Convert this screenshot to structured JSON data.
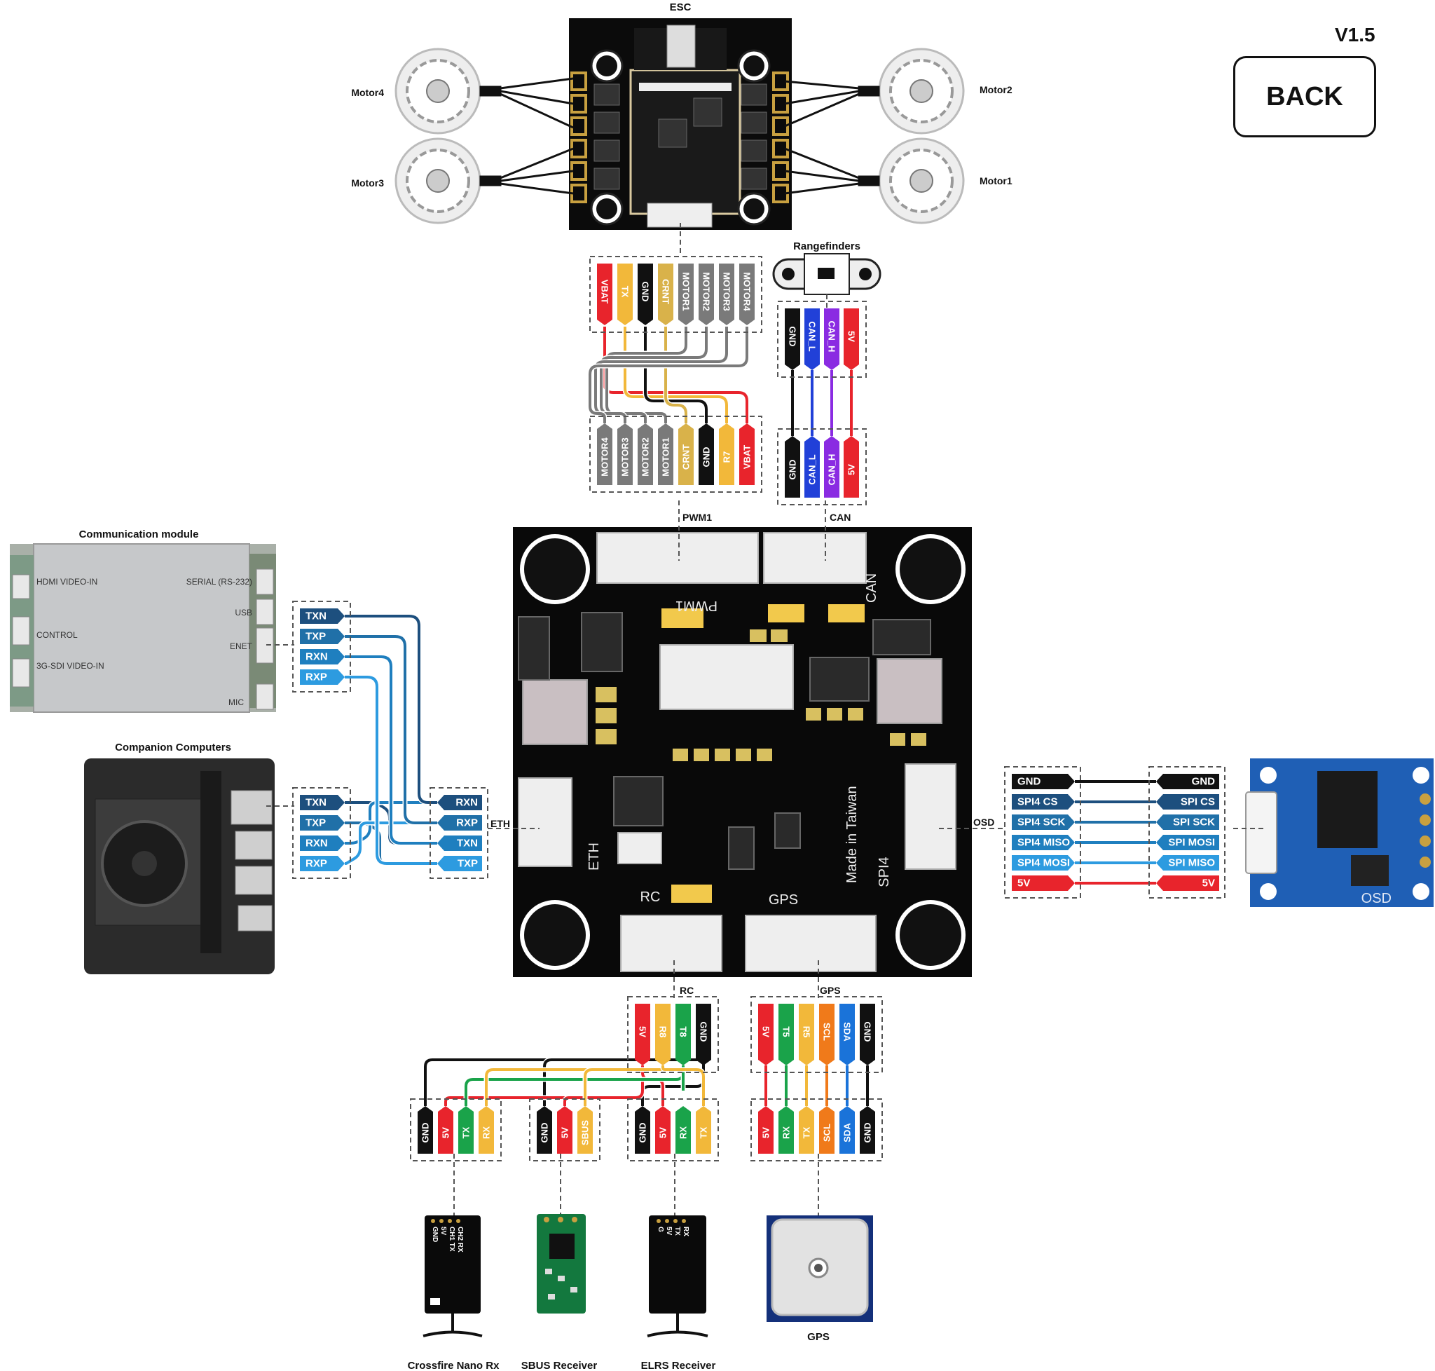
{
  "version": "V1.5",
  "back_label": "BACK",
  "titles": {
    "esc": "ESC",
    "rangefinders": "Rangefinders",
    "comm": "Communication module",
    "companion": "Companion Computers",
    "crossfire": "Crossfire Nano Rx",
    "sbus": "SBUS Receiver",
    "elrs": "ELRS Receiver",
    "gps": "GPS"
  },
  "motors": [
    "Motor1",
    "Motor2",
    "Motor3",
    "Motor4"
  ],
  "port_labels": {
    "pwm1": "PWM1",
    "can": "CAN",
    "eth": "ETH",
    "osd": "OSD",
    "rc": "RC",
    "gps": "GPS"
  },
  "comm_silk": {
    "hdmi": "HDMI VIDEO-IN",
    "serial": "SERIAL (RS-232)",
    "usb": "USB",
    "control": "CONTROL",
    "enet": "ENET",
    "sdi": "3G-SDI VIDEO-IN",
    "mic": "MIC"
  },
  "fc_silk": {
    "pwm1": "PWM1",
    "can": "CAN",
    "eth": "ETH",
    "rc": "RC",
    "gps": "GPS",
    "spi4": "SPI4",
    "made": "Made in Taiwan"
  },
  "osd_silk": "OSD",
  "receiver_silk": {
    "crossfire": [
      "CH2 RX",
      "CH1 TX",
      "5V",
      "GND"
    ],
    "elrs": [
      "RX",
      "TX",
      "5V",
      "G"
    ]
  },
  "pins": {
    "esc_top": [
      {
        "label": "VBAT",
        "color": "#e8242c"
      },
      {
        "label": "TX",
        "color": "#f2b83a"
      },
      {
        "label": "GND",
        "color": "#111111"
      },
      {
        "label": "CRNT",
        "color": "#d9b24a"
      },
      {
        "label": "MOTOR1",
        "color": "#7a7a7a"
      },
      {
        "label": "MOTOR2",
        "color": "#7a7a7a"
      },
      {
        "label": "MOTOR3",
        "color": "#7a7a7a"
      },
      {
        "label": "MOTOR4",
        "color": "#7a7a7a"
      }
    ],
    "pwm_bottom": [
      {
        "label": "MOTOR4",
        "color": "#7a7a7a"
      },
      {
        "label": "MOTOR3",
        "color": "#7a7a7a"
      },
      {
        "label": "MOTOR2",
        "color": "#7a7a7a"
      },
      {
        "label": "MOTOR1",
        "color": "#7a7a7a"
      },
      {
        "label": "CRNT",
        "color": "#d9b24a"
      },
      {
        "label": "GND",
        "color": "#111111"
      },
      {
        "label": "R7",
        "color": "#f2b83a"
      },
      {
        "label": "VBAT",
        "color": "#e8242c"
      }
    ],
    "can_top": [
      {
        "label": "GND",
        "color": "#111111"
      },
      {
        "label": "CAN_L",
        "color": "#2140d8"
      },
      {
        "label": "CAN_H",
        "color": "#8a2be2"
      },
      {
        "label": "5V",
        "color": "#e8242c"
      }
    ],
    "can_bottom": [
      {
        "label": "GND",
        "color": "#111111"
      },
      {
        "label": "CAN_L",
        "color": "#2140d8"
      },
      {
        "label": "CAN_H",
        "color": "#8a2be2"
      },
      {
        "label": "5V",
        "color": "#e8242c"
      }
    ],
    "comm": [
      {
        "label": "TXN",
        "color": "#1d4f7e"
      },
      {
        "label": "TXP",
        "color": "#2070a8"
      },
      {
        "label": "RXN",
        "color": "#1f7fbf"
      },
      {
        "label": "RXP",
        "color": "#2d9be0"
      }
    ],
    "companion": [
      {
        "label": "TXN",
        "color": "#1d4f7e"
      },
      {
        "label": "TXP",
        "color": "#2070a8"
      },
      {
        "label": "RXN",
        "color": "#1f7fbf"
      },
      {
        "label": "RXP",
        "color": "#2d9be0"
      }
    ],
    "eth_fc": [
      {
        "label": "RXN",
        "color": "#1d4f7e"
      },
      {
        "label": "RXP",
        "color": "#2070a8"
      },
      {
        "label": "TXN",
        "color": "#1f7fbf"
      },
      {
        "label": "TXP",
        "color": "#2d9be0"
      }
    ],
    "spi_fc": [
      {
        "label": "GND",
        "color": "#111111"
      },
      {
        "label": "SPI4 CS",
        "color": "#1d4f7e"
      },
      {
        "label": "SPI4 SCK",
        "color": "#2070a8"
      },
      {
        "label": "SPI4 MISO",
        "color": "#1f7fbf"
      },
      {
        "label": "SPI4 MOSI",
        "color": "#2d9be0"
      },
      {
        "label": "5V",
        "color": "#e8242c"
      }
    ],
    "spi_osd": [
      {
        "label": "GND",
        "color": "#111111"
      },
      {
        "label": "SPI CS",
        "color": "#1d4f7e"
      },
      {
        "label": "SPI SCK",
        "color": "#2070a8"
      },
      {
        "label": "SPI MOSI",
        "color": "#1f7fbf"
      },
      {
        "label": "SPI MISO",
        "color": "#2d9be0"
      },
      {
        "label": "5V",
        "color": "#e8242c"
      }
    ],
    "rc_fc": [
      {
        "label": "5V",
        "color": "#e8242c"
      },
      {
        "label": "R8",
        "color": "#f2b83a"
      },
      {
        "label": "T8",
        "color": "#1aa34a"
      },
      {
        "label": "GND",
        "color": "#111111"
      }
    ],
    "gps_fc": [
      {
        "label": "5V",
        "color": "#e8242c"
      },
      {
        "label": "T5",
        "color": "#1aa34a"
      },
      {
        "label": "R5",
        "color": "#f2b83a"
      },
      {
        "label": "SCL",
        "color": "#f07a1a"
      },
      {
        "label": "SDA",
        "color": "#1a73d9"
      },
      {
        "label": "GND",
        "color": "#111111"
      }
    ],
    "crossfire": [
      {
        "label": "GND",
        "color": "#111111"
      },
      {
        "label": "5V",
        "color": "#e8242c"
      },
      {
        "label": "TX",
        "color": "#1aa34a"
      },
      {
        "label": "RX",
        "color": "#f2b83a"
      }
    ],
    "sbus": [
      {
        "label": "GND",
        "color": "#111111"
      },
      {
        "label": "5V",
        "color": "#e8242c"
      },
      {
        "label": "SBUS",
        "color": "#f2b83a"
      }
    ],
    "elrs": [
      {
        "label": "GND",
        "color": "#111111"
      },
      {
        "label": "5V",
        "color": "#e8242c"
      },
      {
        "label": "RX",
        "color": "#1aa34a"
      },
      {
        "label": "TX",
        "color": "#f2b83a"
      }
    ],
    "gps_mod": [
      {
        "label": "5V",
        "color": "#e8242c"
      },
      {
        "label": "RX",
        "color": "#1aa34a"
      },
      {
        "label": "TX",
        "color": "#f2b83a"
      },
      {
        "label": "SCL",
        "color": "#f07a1a"
      },
      {
        "label": "SDA",
        "color": "#1a73d9"
      },
      {
        "label": "GND",
        "color": "#111111"
      }
    ]
  }
}
